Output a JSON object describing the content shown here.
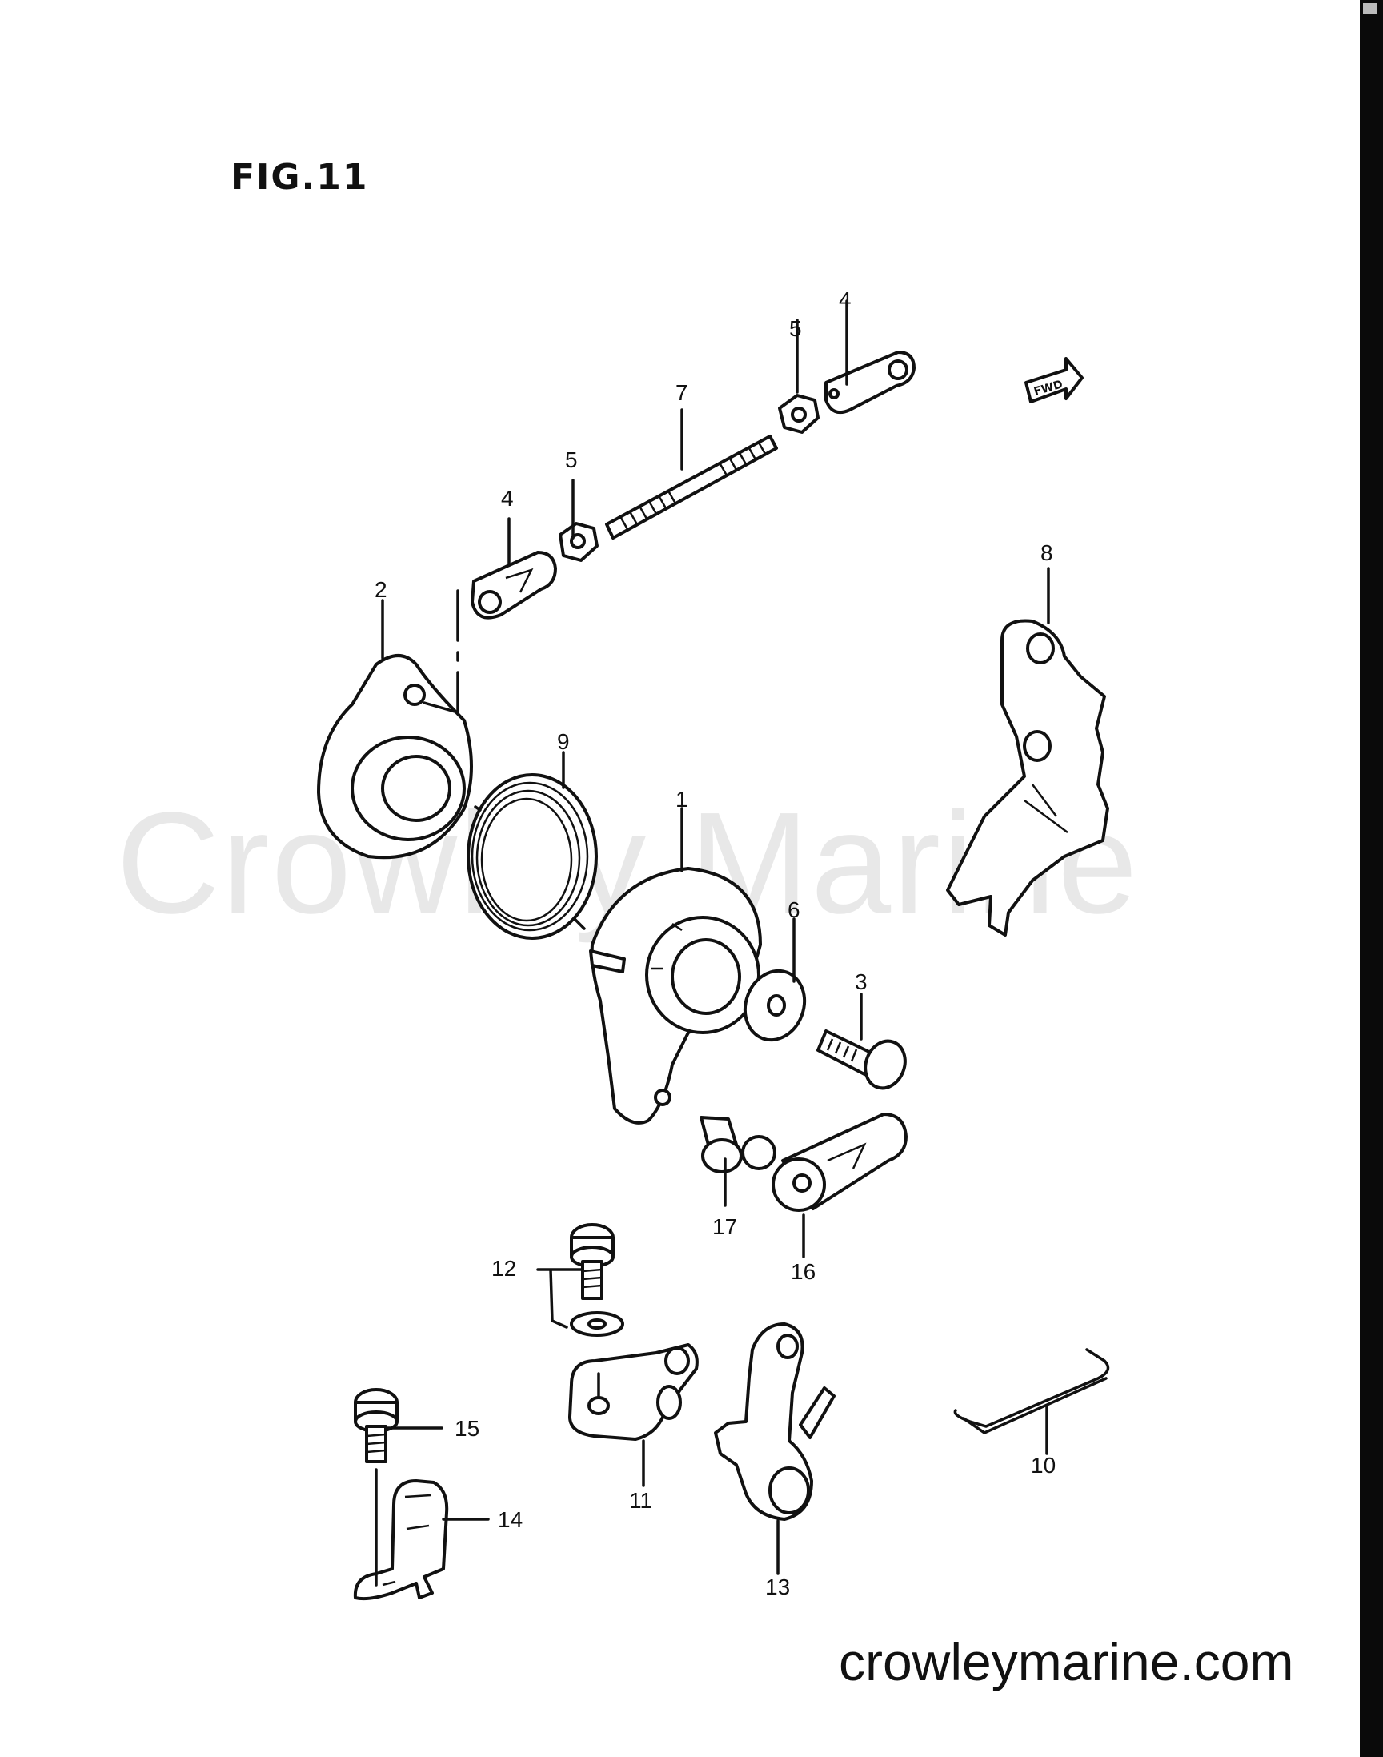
{
  "figure": {
    "title": "FIG.11",
    "fwd_badge": "FWD"
  },
  "watermark": {
    "text": "Crowley Marine"
  },
  "footer": {
    "site": "crowleymarine.com"
  },
  "callouts": [
    "1",
    "2",
    "3",
    "4",
    "4",
    "5",
    "5",
    "6",
    "7",
    "8",
    "9",
    "10",
    "11",
    "12",
    "13",
    "14",
    "15",
    "16",
    "17"
  ]
}
